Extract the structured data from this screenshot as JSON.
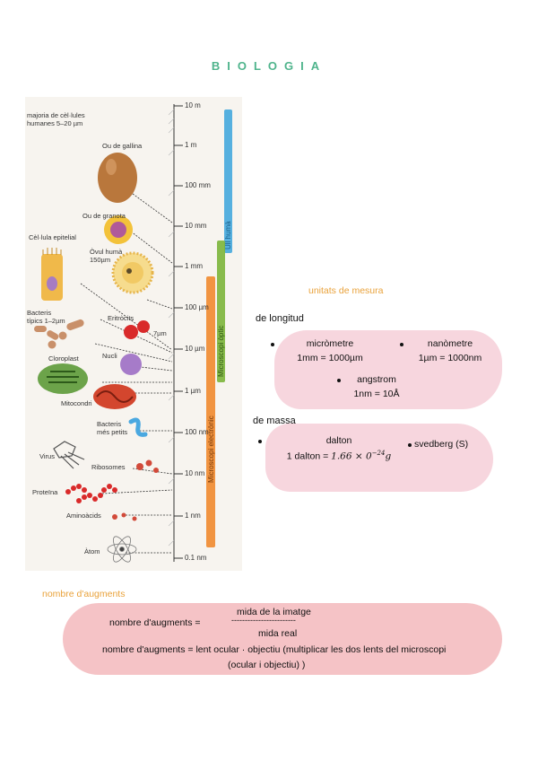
{
  "title": "BIOLOGIA",
  "figure": {
    "scale_ticks": [
      "10 m",
      "1 m",
      "100 mm",
      "10 mm",
      "1 mm",
      "100 µm",
      "10 µm",
      "1 µm",
      "100 nm",
      "10 nm",
      "1 nm",
      "0.1 nm"
    ],
    "labels": {
      "majority": "majoria de cèl·lules humanes 5–20 µm",
      "egg_hen": "Ou de gallina",
      "egg_frog": "Ou de granota",
      "epithelial": "Cèl·lula epitelial",
      "ovum": "Òvul humà 150µm",
      "bacteria_typical": "Bacteris típics 1–2µm",
      "erythrocytes": "Eritròcits",
      "erythro_size": "7µm",
      "chloroplast": "Cloroplast",
      "nucleus": "Nucli",
      "mitochondrion": "Mitocondri",
      "small_bacteria": "Bacteris més petits",
      "virus": "Virus",
      "ribosomes": "Ribosomes",
      "protein": "Proteïna",
      "amino_acids": "Aminoàcids",
      "atom": "Àtom"
    },
    "bands": {
      "eye": "Ull humà",
      "optical": "Microscopi òptic",
      "electron": "Microscopi electrònic"
    },
    "colors": {
      "eye": "#3aa3dc",
      "optical": "#7bb53a",
      "electron": "#f08a2e"
    }
  },
  "units": {
    "heading": "unitats de mesura",
    "length_heading": "de longitud",
    "micrometre": {
      "name": "micròmetre",
      "eq": "1mm = 1000µm"
    },
    "nanometre": {
      "name": "nanòmetre",
      "eq": "1µm = 1000nm"
    },
    "angstrom": {
      "name": "angstrom",
      "eq": "1nm = 10Å"
    },
    "mass_heading": "de massa",
    "dalton": {
      "name": "dalton",
      "eq_prefix": "1 dalton = ",
      "eq_value": "1.66 × 0",
      "eq_exp": "−24",
      "eq_unit": "g"
    },
    "svedberg": {
      "name": "svedberg (S)"
    }
  },
  "magnification": {
    "heading": "nombre d'augments",
    "lhs": "nombre d'augments =",
    "numerator": "mida de la imatge",
    "fraction_bar": "------------------------",
    "denominator": "mida real",
    "line2": "nombre d'augments = lent ocular · objectiu (multiplicar les dos lents del microscopi",
    "line3": "(ocular i objectiu) )"
  }
}
